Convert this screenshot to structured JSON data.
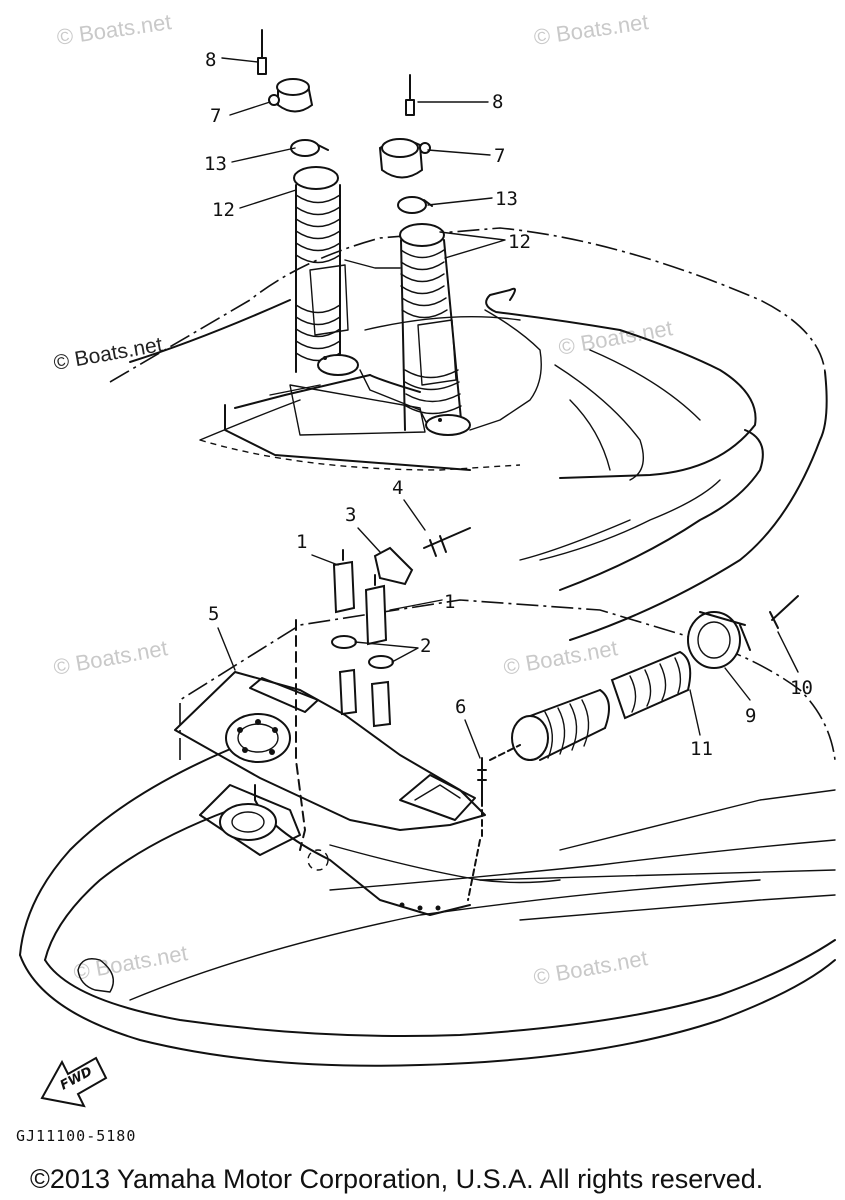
{
  "diagram": {
    "callouts": {
      "c1a": "1",
      "c1b": "1",
      "c2": "2",
      "c3": "3",
      "c4": "4",
      "c5": "5",
      "c6": "6",
      "c7a": "7",
      "c7b": "7",
      "c8a": "8",
      "c8b": "8",
      "c9": "9",
      "c10": "10",
      "c11": "11",
      "c12a": "12",
      "c12b": "12",
      "c13a": "13",
      "c13b": "13"
    },
    "watermarks": {
      "w1": "© Boats.net",
      "w2": "© Boats.net",
      "w3": "© Boats.net",
      "w4": "© Boats.net",
      "w5": "© Boats.net",
      "w6": "© Boats.net",
      "w7": "© Boats.net",
      "w8": "© Boats.net"
    },
    "direction_arrow_label": "FWD",
    "diagram_code": "GJ11100-5180",
    "copyright": "©2013 Yamaha Motor Corporation, U.S.A. All rights reserved."
  }
}
